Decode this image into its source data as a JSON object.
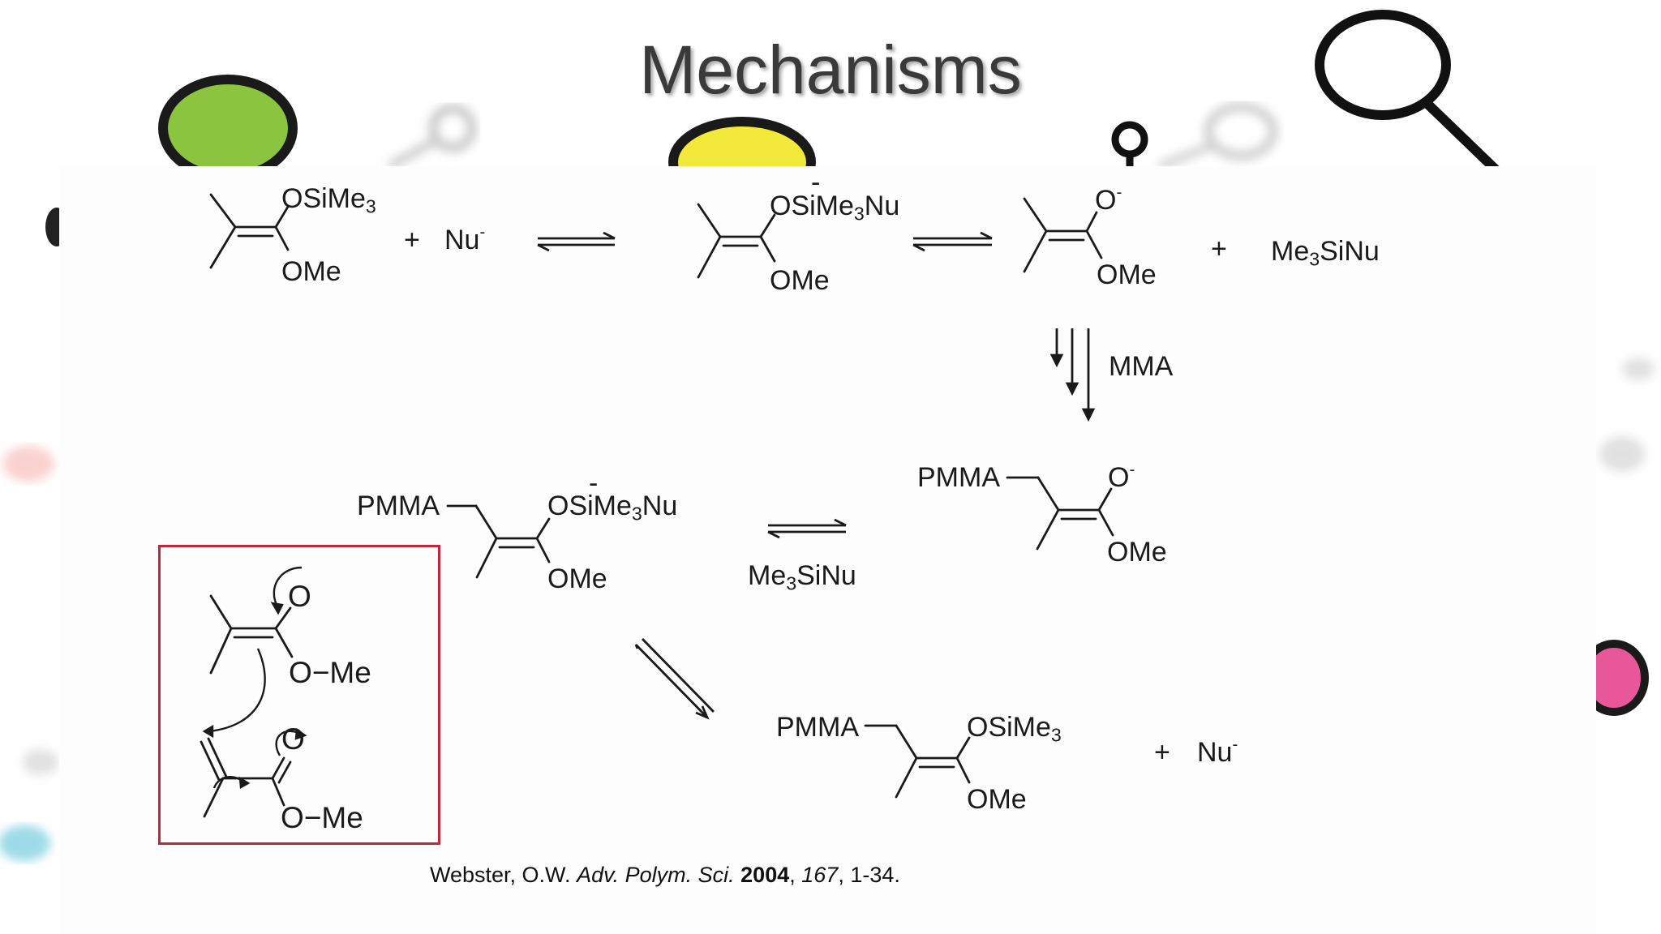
{
  "slide": {
    "title": "Mechanisms",
    "colors": {
      "title_text": "#3a3a3a",
      "box_border": "#c0283a",
      "decor_green": "#8bc53f",
      "decor_yellow": "#f2e93a",
      "decor_pink": "#e8579a",
      "decor_salmon": "#f4a5a0",
      "decor_cyan": "#5cc3d9"
    },
    "decor_icons": [
      "green-circle-icon",
      "yellow-circle-icon",
      "magnifier-icon",
      "pin-icon",
      "pink-circle-icon"
    ]
  },
  "scheme": {
    "r1": {
      "silyl_group": "OSiMe3",
      "ome": "OMe",
      "plus": "+",
      "nu": "Nu",
      "charge": "-"
    },
    "r2": {
      "group": "OSiMe3Nu",
      "charge": "-",
      "ome": "OMe"
    },
    "r3": {
      "enolate_o": "O",
      "charge": "-",
      "ome": "OMe",
      "plus": "+",
      "byproduct": "Me3SiNu"
    },
    "step_label": "MMA",
    "r4": {
      "pmma": "PMMA",
      "group": "OSiMe3Nu",
      "charge": "-",
      "ome": "OMe"
    },
    "r5": {
      "pmma": "PMMA",
      "enolate_o": "O",
      "charge": "-",
      "ome": "OMe"
    },
    "equilibrium_label": "Me3SiNu",
    "r6": {
      "pmma": "PMMA",
      "silyl_group": "OSiMe3",
      "ome": "OMe",
      "plus": "+",
      "nu": "Nu",
      "charge": "-"
    },
    "inset": {
      "o_top": "O",
      "ome_top": "O−Me",
      "o_bottom": "O",
      "ome_bottom": "O−Me"
    }
  },
  "citation": {
    "authors": "Webster, O.W.",
    "journal": "Adv. Polym. Sci.",
    "year": "2004",
    "volume": "167",
    "pages": "1-34."
  }
}
